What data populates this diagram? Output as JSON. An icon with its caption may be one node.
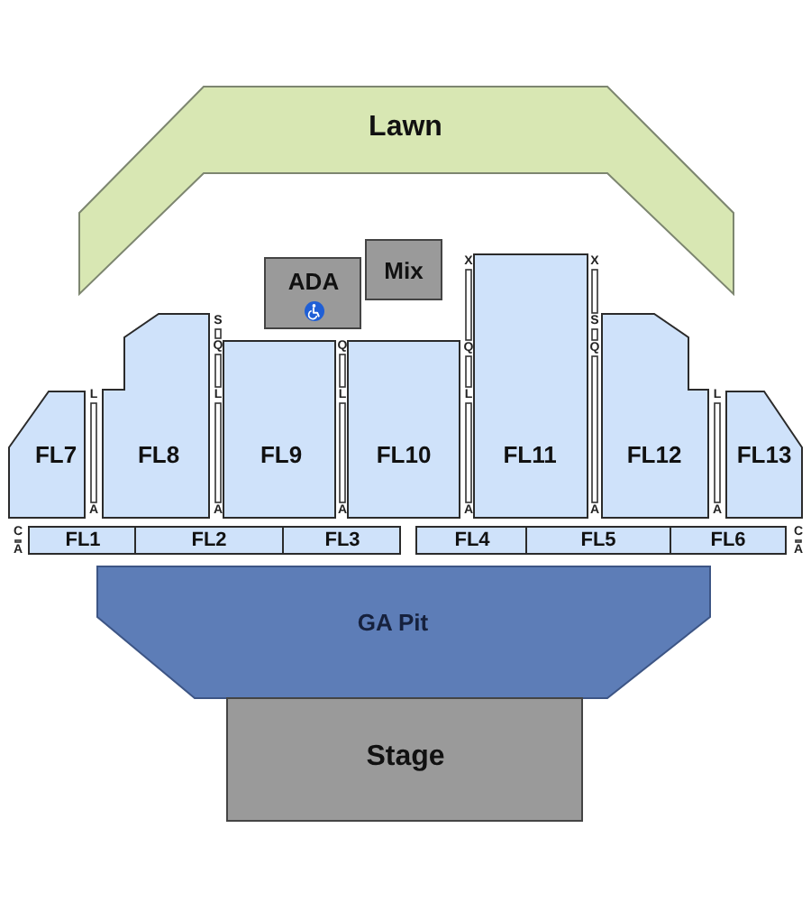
{
  "diagram": {
    "nodes": [
      {
        "text": [
          "Lawn"
        ]
      },
      {
        "text": [
          "ADA"
        ]
      },
      {
        "text": [
          "Mix"
        ]
      },
      {
        "text": [
          "FL7"
        ]
      },
      {
        "text": [
          "FL8"
        ]
      },
      {
        "text": [
          "FL9"
        ]
      },
      {
        "text": [
          "FL10"
        ]
      },
      {
        "text": [
          "FL11"
        ]
      },
      {
        "text": [
          "FL12"
        ]
      },
      {
        "text": [
          "FL13"
        ]
      },
      {
        "text": [
          "FL1"
        ]
      },
      {
        "text": [
          "FL2"
        ]
      },
      {
        "text": [
          "FL3"
        ]
      },
      {
        "text": [
          "FL4"
        ]
      },
      {
        "text": [
          "FL5"
        ]
      },
      {
        "text": [
          "FL6"
        ]
      },
      {
        "text": [
          "GA Pit"
        ]
      },
      {
        "text": [
          "Stage"
        ]
      }
    ],
    "labels": [
      "L",
      "A",
      "S",
      "Q",
      "L",
      "A",
      "Q",
      "L",
      "A",
      "X",
      "Q",
      "L",
      "A",
      "X",
      "S",
      "Q",
      "A",
      "L",
      "A",
      "C",
      "A",
      "C",
      "A"
    ]
  }
}
